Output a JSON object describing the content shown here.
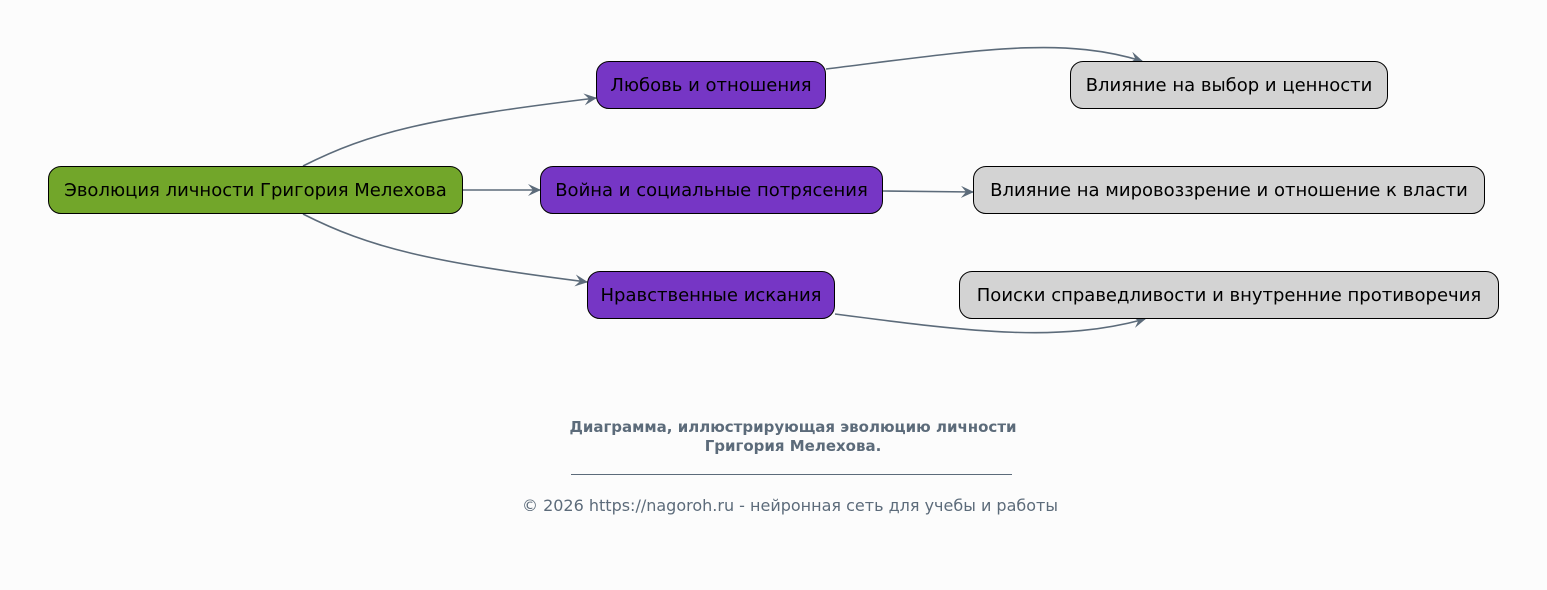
{
  "diagram": {
    "edge_color": "#5c6b7a",
    "nodes": {
      "root": {
        "label": "Эволюция личности Григория Мелехова",
        "color": "#72a62a"
      },
      "love": {
        "label": "Любовь и отношения",
        "color": "#7636c5"
      },
      "war": {
        "label": "Война и социальные потрясения",
        "color": "#7636c5"
      },
      "moral": {
        "label": "Нравственные искания",
        "color": "#7636c5"
      },
      "leaf1": {
        "label": "Влияние на выбор и ценности",
        "color": "#d3d3d3"
      },
      "leaf2": {
        "label": "Влияние на мировоззрение и отношение к власти",
        "color": "#d3d3d3"
      },
      "leaf3": {
        "label": "Поиски справедливости и внутренние противоречия",
        "color": "#d3d3d3"
      }
    },
    "edges": [
      {
        "from": "root",
        "to": "love"
      },
      {
        "from": "root",
        "to": "war"
      },
      {
        "from": "root",
        "to": "moral"
      },
      {
        "from": "love",
        "to": "leaf1"
      },
      {
        "from": "war",
        "to": "leaf2"
      },
      {
        "from": "moral",
        "to": "leaf3"
      }
    ]
  },
  "caption": {
    "line1": "Диаграмма, иллюстрирующая эволюцию личности",
    "line2": "Григория Мелехова."
  },
  "footer": {
    "copyright": "© 2026 https://nagoroh.ru - нейронная сеть для учебы и работы"
  }
}
